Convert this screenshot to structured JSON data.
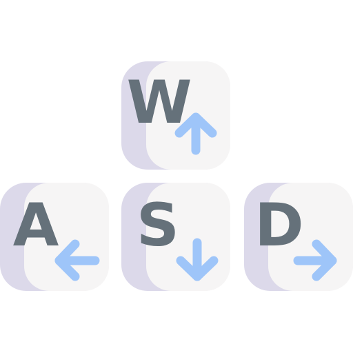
{
  "keys": [
    {
      "id": "w",
      "letter": "W",
      "arrow": "up"
    },
    {
      "id": "a",
      "letter": "A",
      "arrow": "left"
    },
    {
      "id": "s",
      "letter": "S",
      "arrow": "down"
    },
    {
      "id": "d",
      "letter": "D",
      "arrow": "right"
    }
  ],
  "colors": {
    "key_face": "#f6f5f5",
    "key_shadow": "#dcd9ea",
    "letter": "#65717a",
    "arrow": "#9ec5f9"
  }
}
